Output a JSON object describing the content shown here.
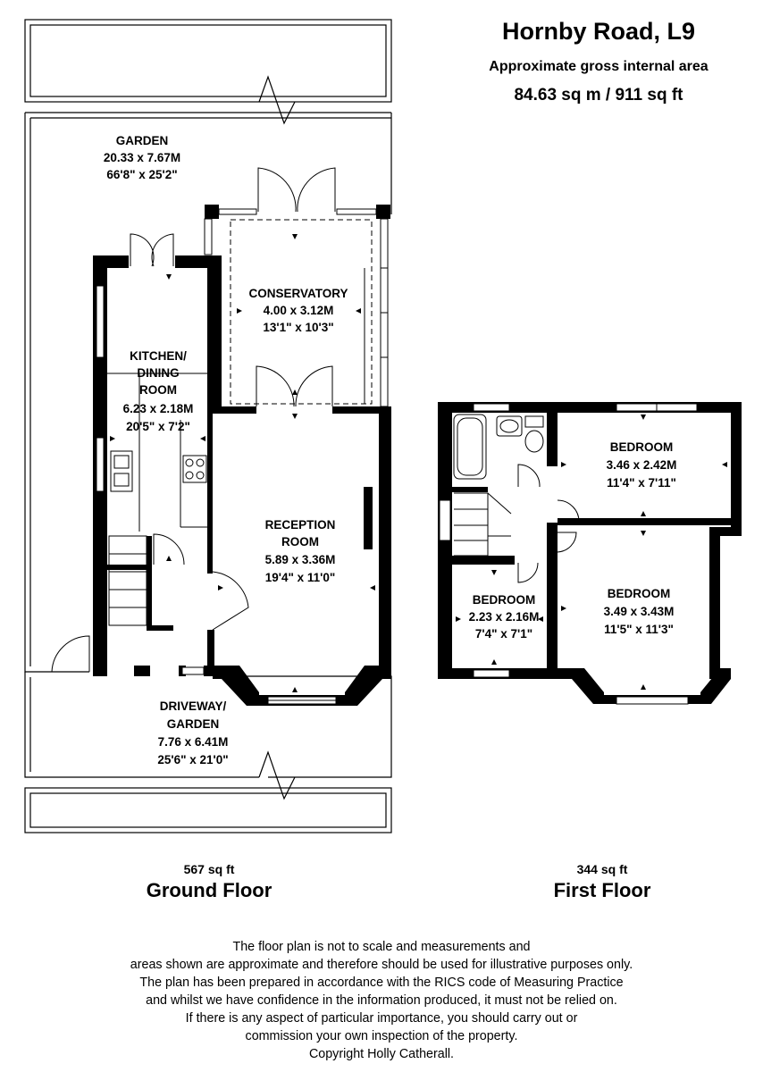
{
  "header": {
    "title": "Hornby Road, L9",
    "subtitle": "Approximate gross internal area",
    "area": "84.63 sq m /  911 sq ft"
  },
  "ground_floor": {
    "label": "Ground Floor",
    "sqft": "567 sq ft",
    "rooms": {
      "garden_rear": {
        "name": "GARDEN",
        "metric": "20.33 x 7.67M",
        "imperial": "66'8\" x 25'2\""
      },
      "conservatory": {
        "name": "CONSERVATORY",
        "metric": "4.00 x 3.12M",
        "imperial": "13'1\" x 10'3\""
      },
      "kitchen": {
        "name_line1": "KITCHEN/",
        "name_line2": "DINING",
        "name_line3": "ROOM",
        "metric": "6.23 x 2.18M",
        "imperial": "20'5\" x 7'2\""
      },
      "reception": {
        "name_line1": "RECEPTION",
        "name_line2": "ROOM",
        "metric": "5.89 x 3.36M",
        "imperial": "19'4\" x 11'0\""
      },
      "driveway": {
        "name_line1": "DRIVEWAY/",
        "name_line2": "GARDEN",
        "metric": "7.76 x 6.41M",
        "imperial": "25'6\" x 21'0\""
      }
    }
  },
  "first_floor": {
    "label": "First Floor",
    "sqft": "344 sq ft",
    "rooms": {
      "bedroom_rear": {
        "name": "BEDROOM",
        "metric": "3.46 x 2.42M",
        "imperial": "11'4\" x 7'11\""
      },
      "bedroom_small": {
        "name": "BEDROOM",
        "metric": "2.23 x 2.16M",
        "imperial": "7'4\" x 7'1\""
      },
      "bedroom_front": {
        "name": "BEDROOM",
        "metric": "3.49 x 3.43M",
        "imperial": "11'5\" x 11'3\""
      }
    }
  },
  "disclaimer": {
    "lines": [
      "The floor plan is not to scale and measurements and",
      "areas shown are approximate and therefore should be used for illustrative purposes only.",
      "The plan has been prepared in accordance with the RICS code of Measuring Practice",
      "and whilst we have confidence in the information produced, it must not be relied on.",
      "If there is any aspect of particular importance, you should carry out or",
      "commission your own inspection of the property.",
      "Copyright Holly Catherall."
    ]
  }
}
